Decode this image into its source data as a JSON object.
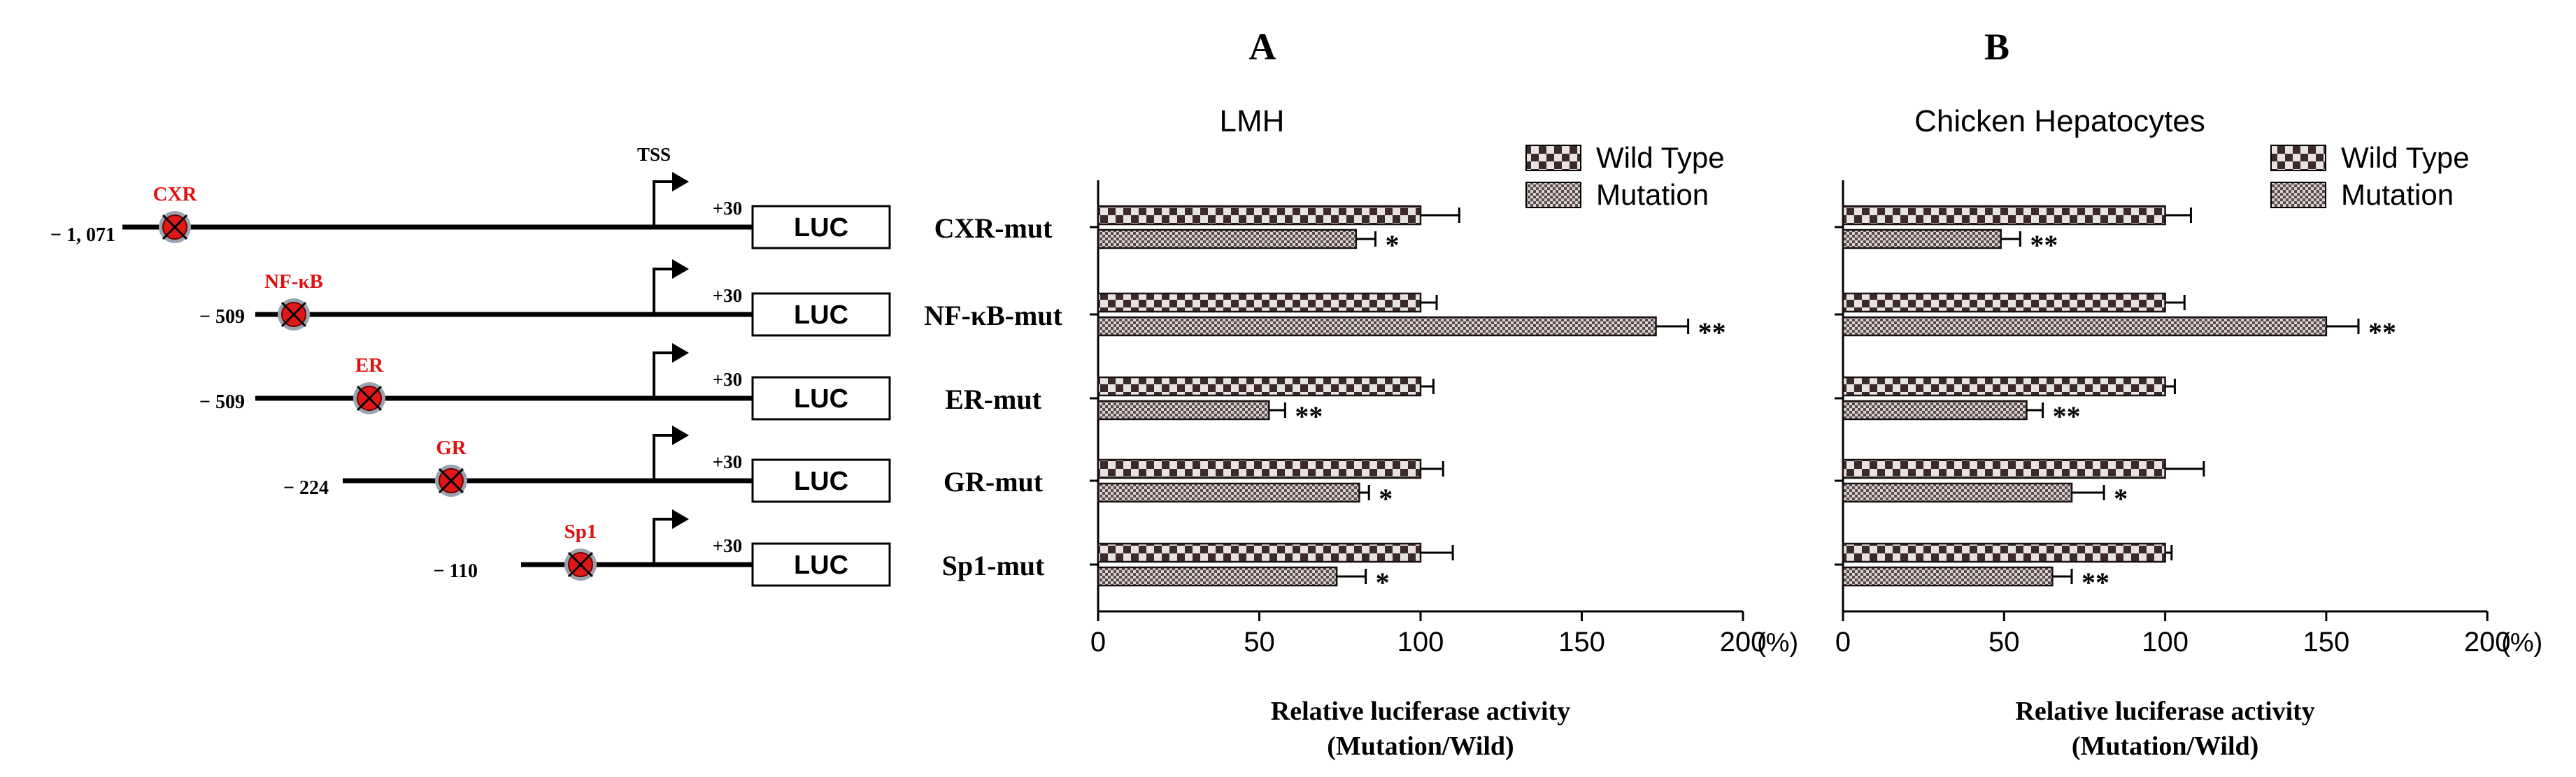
{
  "constructs": [
    {
      "site": "CXR",
      "start": "− 1, 071",
      "tss": "TSS",
      "end": "+30",
      "reporter": "LUC",
      "name": "CXR-mut"
    },
    {
      "site": "NF-κB",
      "start": "− 509",
      "tss": "",
      "end": "+30",
      "reporter": "LUC",
      "name": "NF-κB-mut"
    },
    {
      "site": "ER",
      "start": "− 509",
      "tss": "",
      "end": "+30",
      "reporter": "LUC",
      "name": "ER-mut"
    },
    {
      "site": "GR",
      "start": "− 224",
      "tss": "",
      "end": "+30",
      "reporter": "LUC",
      "name": "GR-mut"
    },
    {
      "site": "Sp1",
      "start": "− 110",
      "tss": "",
      "end": "+30",
      "reporter": "LUC",
      "name": "Sp1-mut"
    }
  ],
  "colors": {
    "site_label": "#e01010",
    "site_fill": "#e01818",
    "site_halo": "#9aa3b0",
    "bar_dark": "#3a2a2a",
    "bar_light": "#d8d2d2",
    "axis": "#000000"
  },
  "chart_data": [
    {
      "panel": "A",
      "type": "bar",
      "orientation": "horizontal",
      "title": "LMH",
      "categories": [
        "CXR-mut",
        "NF-κB-mut",
        "ER-mut",
        "GR-mut",
        "Sp1-mut"
      ],
      "series": [
        {
          "name": "Wild Type",
          "values": [
            100,
            100,
            100,
            100,
            100
          ],
          "errors": [
            12,
            5,
            4,
            7,
            10
          ]
        },
        {
          "name": "Mutation",
          "values": [
            80,
            173,
            53,
            81,
            74
          ],
          "errors": [
            6,
            10,
            5,
            3,
            9
          ]
        }
      ],
      "significance": [
        "*",
        "**",
        "**",
        "*",
        "*"
      ],
      "ticks": [
        "0",
        "50",
        "100",
        "150",
        "200"
      ],
      "unit": "(%)",
      "xlabel": "Relative luciferase activity",
      "xlabel2": "(Mutation/Wild)",
      "xlim": [
        0,
        200
      ],
      "legend": "top-right",
      "grid": false
    },
    {
      "panel": "B",
      "type": "bar",
      "orientation": "horizontal",
      "title": "Chicken Hepatocytes",
      "categories": [
        "CXR-mut",
        "NF-κB-mut",
        "ER-mut",
        "GR-mut",
        "Sp1-mut"
      ],
      "series": [
        {
          "name": "Wild Type",
          "values": [
            100,
            100,
            100,
            100,
            100
          ],
          "errors": [
            8,
            6,
            3,
            12,
            2
          ]
        },
        {
          "name": "Mutation",
          "values": [
            49,
            150,
            57,
            71,
            65
          ],
          "errors": [
            6,
            10,
            5,
            10,
            6
          ]
        }
      ],
      "significance": [
        "**",
        "**",
        "**",
        "*",
        "**"
      ],
      "ticks": [
        "0",
        "50",
        "100",
        "150",
        "200"
      ],
      "unit": "(%)",
      "xlabel": "Relative luciferase activity",
      "xlabel2": "(Mutation/Wild)",
      "xlim": [
        0,
        200
      ],
      "legend": "top-right",
      "grid": false
    }
  ]
}
